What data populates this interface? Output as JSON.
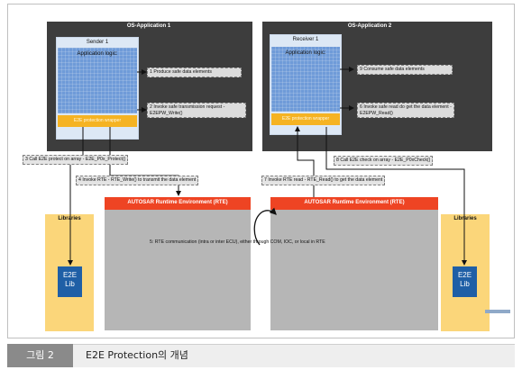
{
  "os_app1": {
    "title": "OS-Application 1",
    "component": "Sender 1",
    "logic_label": "Application logic:",
    "wrapper_label": "E2E protection wrapper"
  },
  "os_app2": {
    "title": "OS-Application 2",
    "component": "Receiver 1",
    "logic_label": "Application logic:",
    "wrapper_label": "E2E protection wrapper"
  },
  "steps": {
    "s1": "1 Produce safe data elements",
    "s2": "2 Invoke safe transmission request - E2EPW_Write()",
    "s3": "3 Call E2E protect on array - E2E_P0x_Protect()",
    "s4": "4 Invoke RTE - RTE_Write() to transmit the data element",
    "s5": "5: RTE communication (intra or inter ECU), either through COM, IOC, or local in RTE",
    "s6": "6 Invoke safe read do get the data element - E2EPW_Read()",
    "s7": "7 Invoke RTE read - RTE_Read() to get the data element",
    "s8": "8 Call E2E check on array - E2E_P0xCheck()",
    "s9": "9 Consume safe data elements"
  },
  "rte": {
    "left_label": "AUTOSAR Runtime Environment (RTE)",
    "right_label": "AUTOSAR Runtime Environment (RTE)"
  },
  "libraries": {
    "left_title": "Libraries",
    "right_title": "Libraries",
    "left_lib": "E2E Lib",
    "right_lib": "E2E Lib"
  },
  "caption": {
    "label": "그림 2",
    "text": "E2E Protection의 개념"
  },
  "colors": {
    "dark_panel": "#3d3d3d",
    "rte_bar": "#ee4423",
    "wrapper": "#f5b323",
    "libraries": "#fbd67a",
    "e2e_lib": "#1f5fa6",
    "logic": "#6f9bd8"
  }
}
